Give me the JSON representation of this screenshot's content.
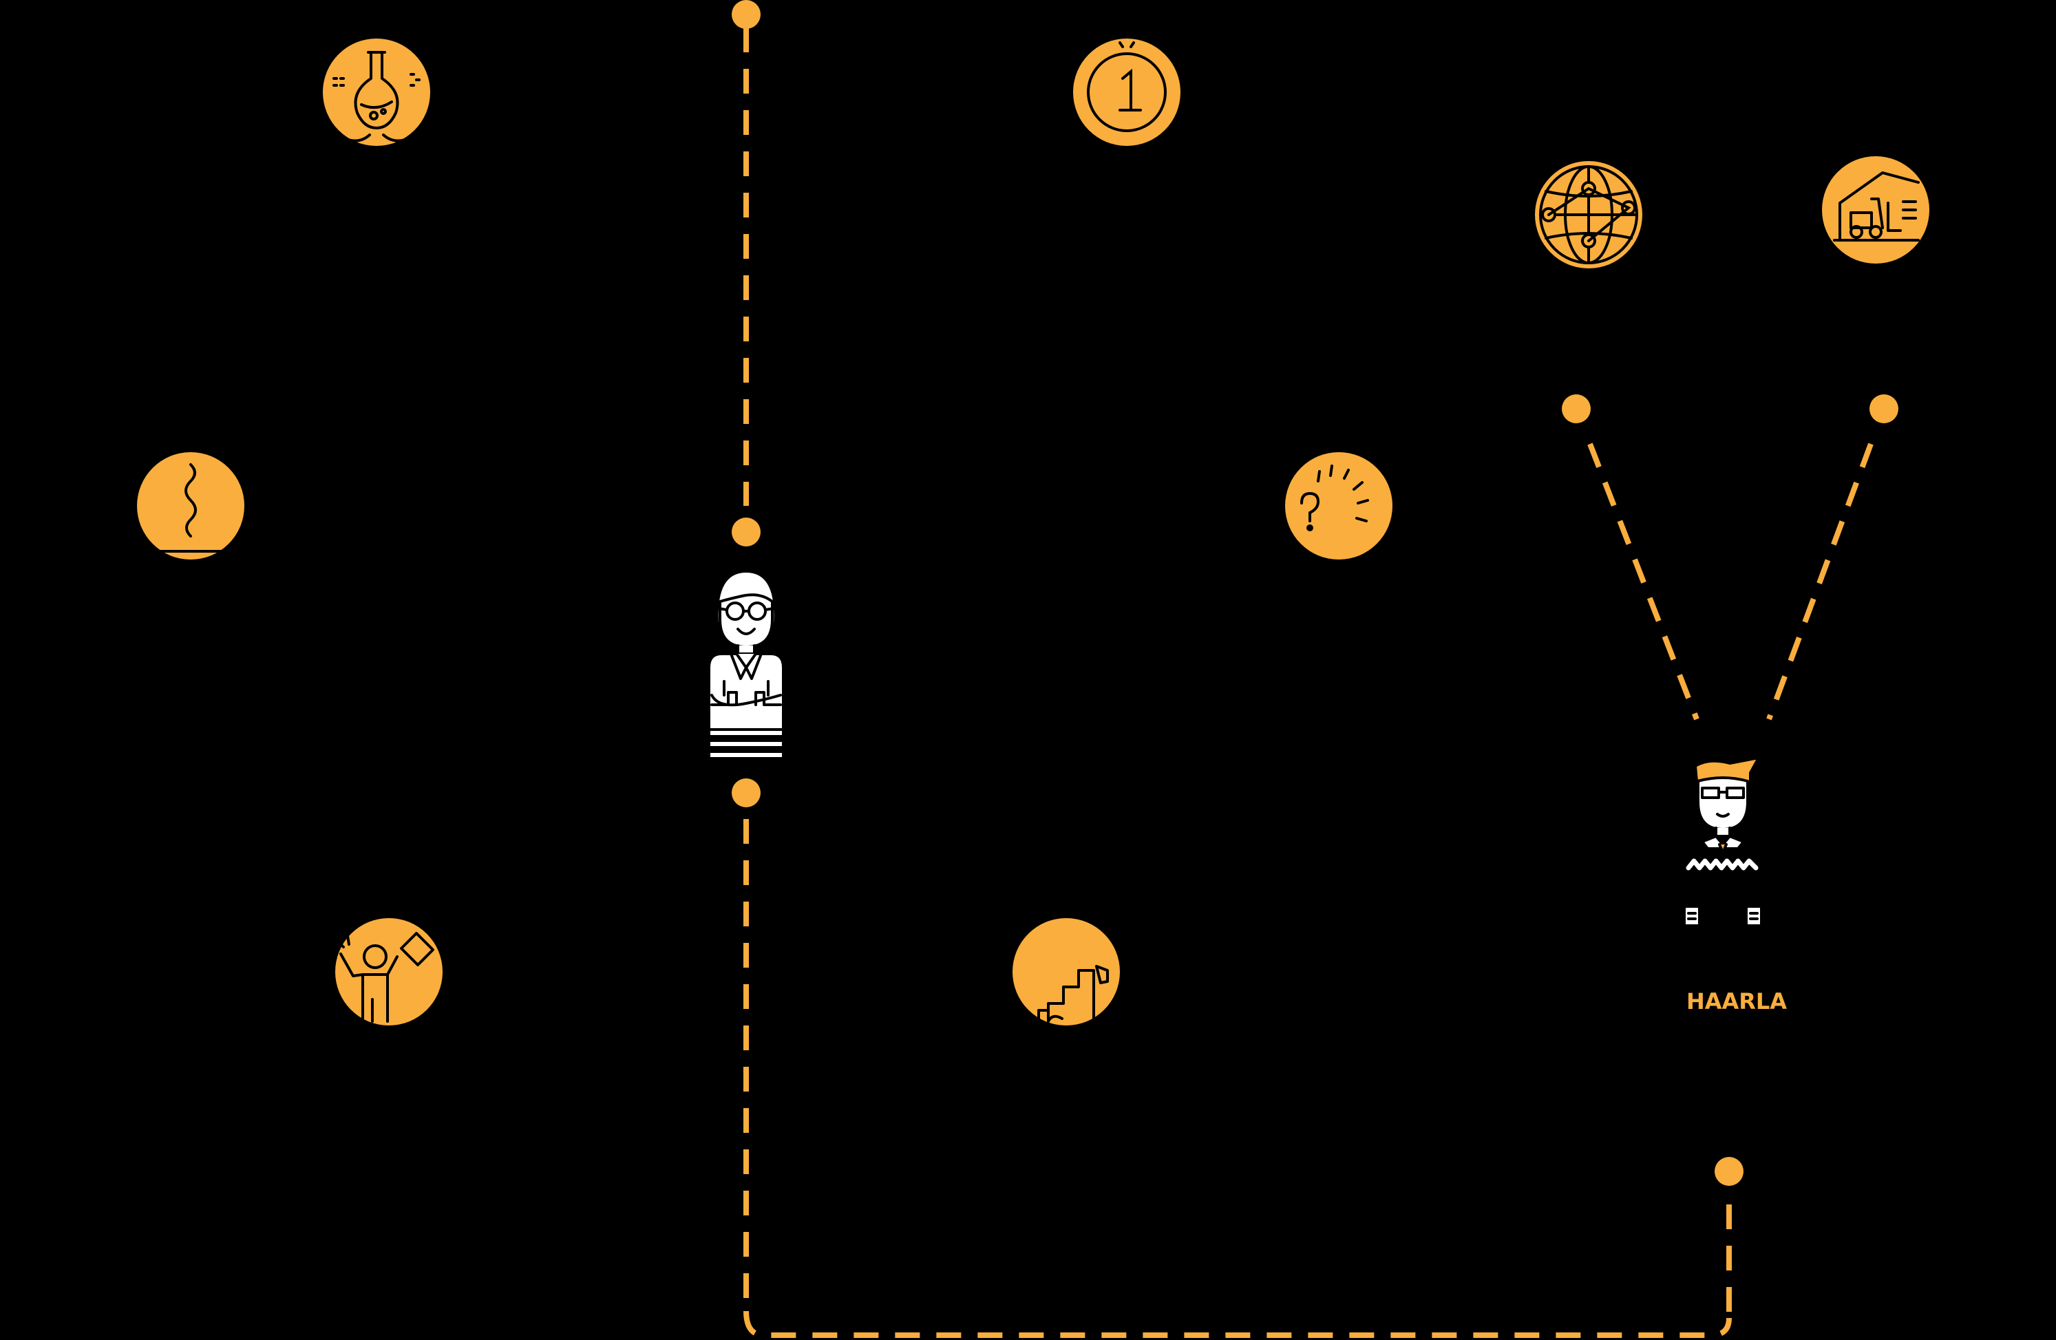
{
  "theme": {
    "background": "#000000",
    "accent": "#F9AE3E",
    "line_art": "#000000",
    "figure_fill": "#FFFFFF"
  },
  "diagram": {
    "persons": [
      {
        "id": "consultant",
        "name": "",
        "icon": "person-arms-crossed-icon"
      },
      {
        "id": "haarla",
        "name": "HAARLA",
        "icon": "person-glasses-sweater-icon"
      }
    ],
    "icons": [
      {
        "id": "flask",
        "icon": "flask-icon"
      },
      {
        "id": "coin",
        "icon": "coin-number-one-icon"
      },
      {
        "id": "globe",
        "icon": "globe-network-icon"
      },
      {
        "id": "warehouse",
        "icon": "warehouse-forklift-icon"
      },
      {
        "id": "squiggle",
        "icon": "squiggle-line-icon"
      },
      {
        "id": "question",
        "icon": "question-mark-burst-icon"
      },
      {
        "id": "celebrate",
        "icon": "celebrating-person-icon"
      },
      {
        "id": "stairs",
        "icon": "stairs-icon"
      }
    ]
  }
}
